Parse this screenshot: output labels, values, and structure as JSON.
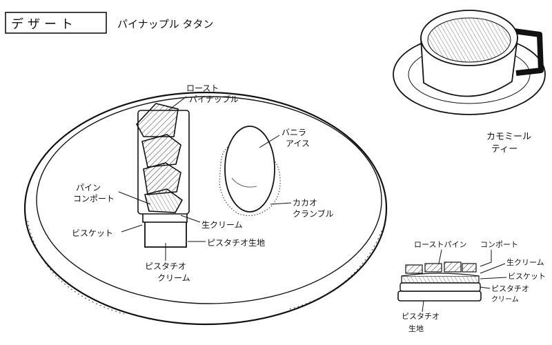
{
  "header": {
    "category": "デザート",
    "dish_name": "パイナップル タタン"
  },
  "plate_labels": {
    "roast_pineapple": [
      "ロースト",
      "パイナップル"
    ],
    "vanilla_ice": [
      "バニラ",
      "アイス"
    ],
    "pine_compote": [
      "パイン",
      "コンポート"
    ],
    "cacao_crumble": [
      "カカオ",
      "クランブル"
    ],
    "fresh_cream": "生クリーム",
    "biscuit": "ビスケット",
    "pistachio_dough": "ピスタチオ生地",
    "pistachio_cream": [
      "ピスタチオ",
      "クリーム"
    ]
  },
  "tea_label": [
    "カモミール",
    "ティー"
  ],
  "cross_section_labels": {
    "roast_pine": "ローストパイン",
    "compote": "コンポート",
    "fresh_cream": "生クリーム",
    "biscuit": "ビスケット",
    "pistachio_cream": [
      "ピスタチオ",
      "クリーム"
    ],
    "pistachio_dough": [
      "ピスタチオ",
      "生地"
    ]
  }
}
